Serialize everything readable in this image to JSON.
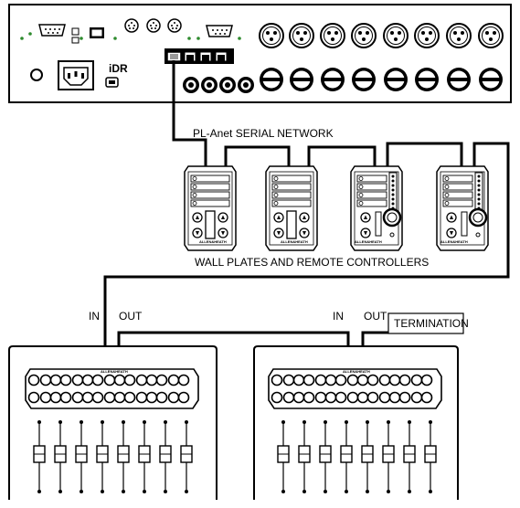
{
  "rack_unit": {
    "brand": "iDR"
  },
  "network_label": "PL-Anet SERIAL NETWORK",
  "wall_plates_label": "WALL PLATES AND REMOTE CONTROLLERS",
  "panel_brand": "ALLEN&HEATH",
  "mixer1": {
    "in_label": "IN",
    "out_label": "OUT"
  },
  "mixer2": {
    "in_label": "IN",
    "out_label": "OUT"
  },
  "termination_label": "TERMINATION"
}
